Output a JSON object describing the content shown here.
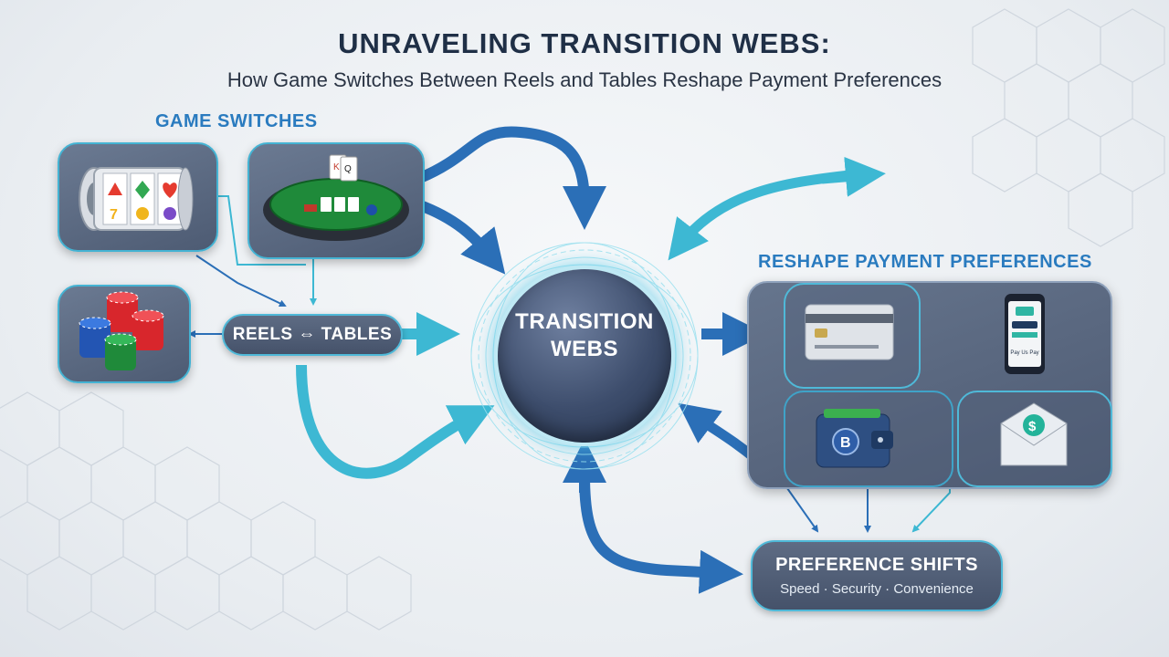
{
  "header": {
    "title": "UNRAVELING TRANSITION WEBS:",
    "subtitle": "How Game Switches Between Reels and Tables Reshape Payment Preferences"
  },
  "game_switches": {
    "label": "GAME SWITCHES",
    "cards": [
      {
        "icon": "slot-machine-icon"
      },
      {
        "icon": "poker-table-icon"
      },
      {
        "icon": "casino-chips-icon"
      }
    ],
    "reels_tables_label": "REELS ⇔ TABLES"
  },
  "center": {
    "line1": "TRANSITION",
    "line2": "WEBS"
  },
  "payments": {
    "label": "RESHAPE PAYMENT PREFERENCES",
    "items": [
      {
        "icon": "credit-card-icon"
      },
      {
        "icon": "mobile-pay-icon",
        "text": "Pay Us Pay"
      },
      {
        "icon": "bitcoin-wallet-icon"
      },
      {
        "icon": "money-envelope-icon"
      }
    ]
  },
  "preference_shifts": {
    "title": "PREFERENCE SHIFTS",
    "subtitle": "Speed · Security · Convenience"
  },
  "colors": {
    "dark_blue_arrow": "#2b6fb7",
    "light_blue_arrow": "#3db8d3",
    "card_border": "#44b3d3",
    "title_text": "#1f2f46",
    "section_label": "#2a7bbf"
  }
}
